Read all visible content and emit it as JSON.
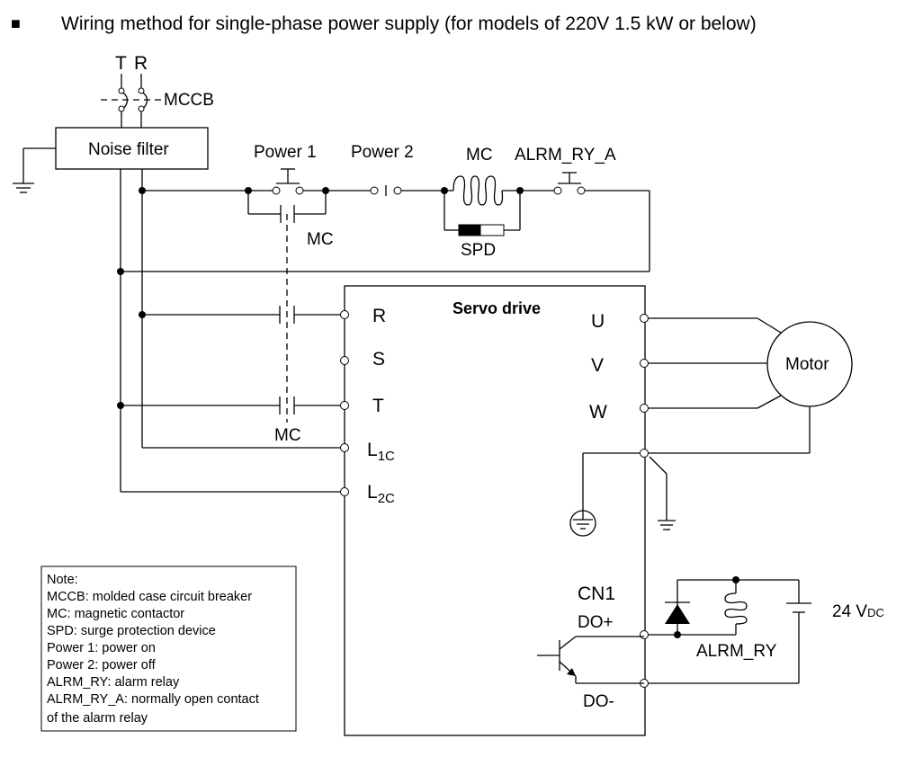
{
  "heading": {
    "bullet": "■",
    "text": "Wiring method for single-phase power supply (for models of 220V 1.5 kW or below)"
  },
  "labels": {
    "T": "T",
    "R": "R",
    "mccb": "MCCB",
    "noise_filter": "Noise filter",
    "power1": "Power 1",
    "power2": "Power 2",
    "mc_coil": "MC",
    "alrm_ry_a": "ALRM_RY_A",
    "mc_contact_top": "MC",
    "spd": "SPD",
    "mc_contact_bottom": "MC",
    "servo_drive": "Servo drive",
    "terminal_R": "R",
    "terminal_S": "S",
    "terminal_T": "T",
    "terminal_L1C_main": "L",
    "terminal_L1C_sub": "1C",
    "terminal_L2C_main": "L",
    "terminal_L2C_sub": "2C",
    "terminal_U": "U",
    "terminal_V": "V",
    "terminal_W": "W",
    "motor": "Motor",
    "cn1": "CN1",
    "do_plus": "DO+",
    "do_minus": "DO-",
    "alrm_ry": "ALRM_RY",
    "supply_main": "24 V",
    "supply_sub": "DC"
  },
  "note": {
    "title": "Note:",
    "lines": [
      "MCCB: molded case circuit breaker",
      "MC: magnetic contactor",
      "SPD: surge protection device",
      "Power 1: power on",
      "Power 2: power off",
      "ALRM_RY: alarm relay",
      "ALRM_RY_A: normally open contact",
      "of the alarm relay"
    ]
  }
}
